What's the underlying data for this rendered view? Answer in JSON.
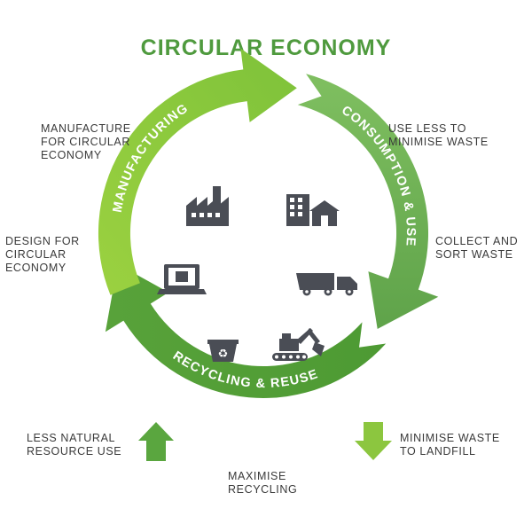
{
  "title": "CIRCULAR ECONOMY",
  "stages": {
    "manufacturing": "MANUFACTURING",
    "consumption": "CONSUMPTION & USE",
    "recycling": "RECYCLING & REUSE"
  },
  "notes": {
    "manufacture_circular": [
      "MANUFACTURE",
      "FOR CIRCULAR",
      "ECONOMY"
    ],
    "use_less": [
      "USE LESS TO",
      "MINIMISE WASTE"
    ],
    "design_circular": [
      "DESIGN FOR",
      "CIRCULAR",
      "ECONOMY"
    ],
    "collect_sort": [
      "COLLECT AND",
      "SORT WASTE"
    ],
    "less_natural": [
      "LESS NATURAL",
      "RESOURCE USE"
    ],
    "minimise_landfill": [
      "MINIMISE WASTE",
      "TO LANDFILL"
    ],
    "maximise_recycling": [
      "MAXIMISE",
      "RECYCLING"
    ]
  },
  "icons": [
    "factory-icon",
    "buildings-icon",
    "laptop-icon",
    "truck-icon",
    "recycle-bin-icon",
    "excavator-icon",
    "up-arrow-icon",
    "down-arrow-icon"
  ],
  "colors": {
    "title": "#4f9a3e",
    "manufacturing_arc": "#8cc63f",
    "consumption_arc": "#6aaa4c",
    "recycling_arc": "#4a9332",
    "icon": "#4a4d55",
    "text": "#3a3a3a"
  }
}
